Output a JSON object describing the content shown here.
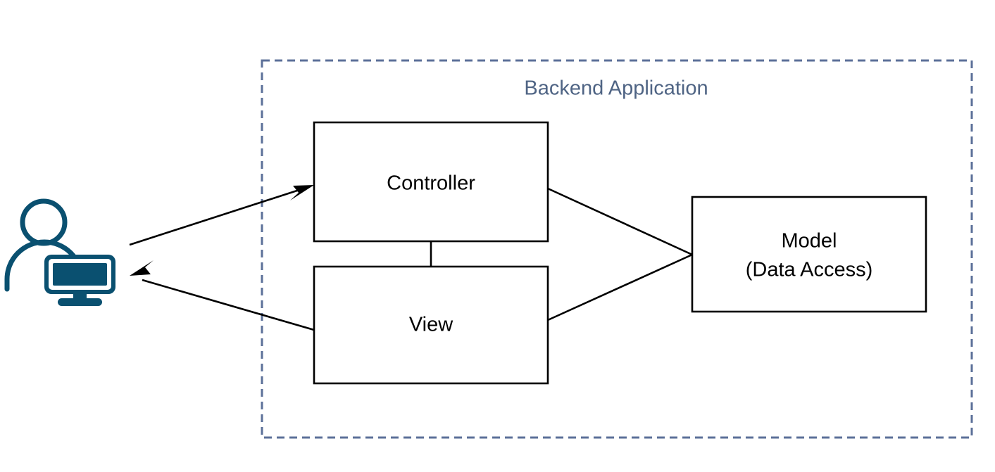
{
  "diagram": {
    "title": "Backend Application",
    "background_color": "#ffffff",
    "container": {
      "label": "Backend Application",
      "border_color": "#5c7099",
      "border_style": "dashed"
    },
    "node_stroke_color": "#000000",
    "actor_color": "#0a5070",
    "nodes": [
      {
        "id": "controller",
        "label": "Controller"
      },
      {
        "id": "view",
        "label": "View"
      },
      {
        "id": "model",
        "label_line1": "Model",
        "label_line2": "(Data Access)"
      }
    ],
    "actor": {
      "name": "user-with-computer",
      "icon": "user-monitor-icon"
    },
    "edges": [
      {
        "id": "user-to-controller",
        "from": "user",
        "to": "controller",
        "arrow": "forward"
      },
      {
        "id": "view-to-user",
        "from": "view",
        "to": "user",
        "arrow": "forward"
      },
      {
        "id": "controller-to-model",
        "from": "controller",
        "to": "model",
        "arrow": "none"
      },
      {
        "id": "view-to-model",
        "from": "view",
        "to": "model",
        "arrow": "none"
      },
      {
        "id": "controller-to-view",
        "from": "controller",
        "to": "view",
        "arrow": "none"
      }
    ]
  }
}
